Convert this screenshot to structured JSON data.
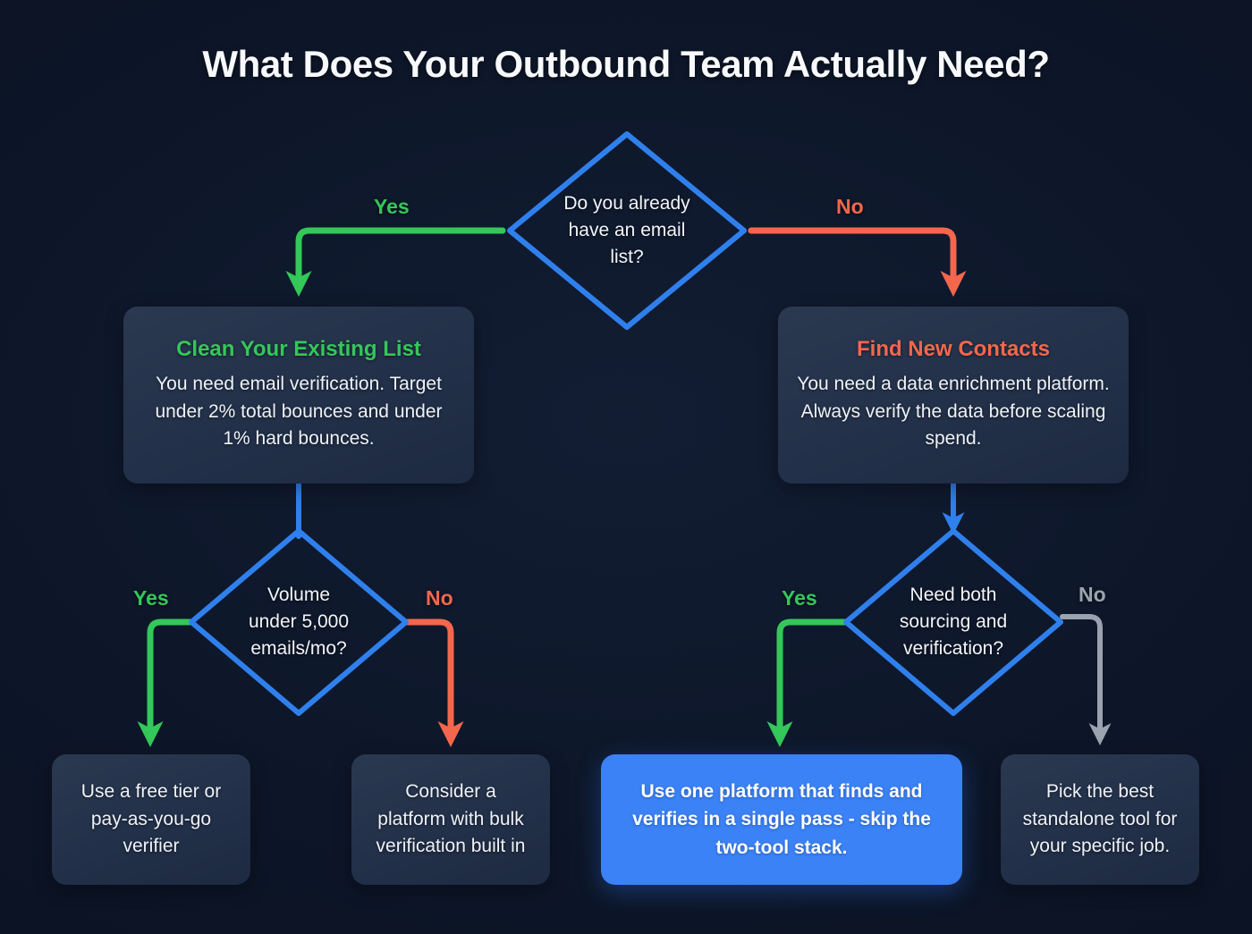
{
  "page": {
    "title": "What Does Your Outbound Team Actually Need?",
    "background_color": "#0d1628"
  },
  "colors": {
    "yes_green": "#34c759",
    "no_coral": "#f4674d",
    "neutral_gray": "#9aa3af",
    "decision_blue": "#2f80ed",
    "highlight_blue": "#3b82f6",
    "card_dark": "#2a3850",
    "text_light": "#f2f5fa"
  },
  "decisions": {
    "root": {
      "text_lines": [
        "Do you already",
        "have an email",
        "list?"
      ],
      "yes_label": "Yes",
      "no_label": "No"
    },
    "left": {
      "text_lines": [
        "Volume",
        "under 5,000",
        "emails/mo?"
      ],
      "yes_label": "Yes",
      "no_label": "No"
    },
    "right": {
      "text_lines": [
        "Need both",
        "sourcing and",
        "verification?"
      ],
      "yes_label": "Yes",
      "no_label": "No"
    }
  },
  "cards": {
    "clean_list": {
      "heading": "Clean Your Existing List",
      "body": "You need email verification. Target under 2% total bounces and under 1% hard bounces."
    },
    "find_contacts": {
      "heading": "Find New Contacts",
      "body": "You need a data enrichment platform. Always verify the data before scaling spend."
    },
    "free_tier": {
      "body": "Use a free tier or pay-as-you-go verifier"
    },
    "bulk_platform": {
      "body": "Consider a platform with bulk verification built in"
    },
    "one_platform": {
      "body": "Use one platform that finds and verifies in a single pass - skip the two-tool stack."
    },
    "standalone_tool": {
      "body": "Pick the best standalone tool for your specific job."
    }
  },
  "chart_data": {
    "type": "diagram",
    "diagram_kind": "flowchart",
    "title": "What Does Your Outbound Team Actually Need?",
    "nodes": [
      {
        "id": "d1",
        "shape": "diamond",
        "label": "Do you already have an email list?",
        "level": 0
      },
      {
        "id": "c_left",
        "shape": "card",
        "label": "Clean Your Existing List",
        "level": 1
      },
      {
        "id": "c_right",
        "shape": "card",
        "label": "Find New Contacts",
        "level": 1
      },
      {
        "id": "d2",
        "shape": "diamond",
        "label": "Volume under 5,000 emails/mo?",
        "level": 2
      },
      {
        "id": "d3",
        "shape": "diamond",
        "label": "Need both sourcing and verification?",
        "level": 2
      },
      {
        "id": "t1",
        "shape": "card",
        "label": "Use a free tier or pay-as-you-go verifier",
        "level": 3
      },
      {
        "id": "t2",
        "shape": "card",
        "label": "Consider a platform with bulk verification built in",
        "level": 3
      },
      {
        "id": "t3",
        "shape": "card",
        "label": "Use one platform that finds and verifies in a single pass - skip the two-tool stack.",
        "level": 3,
        "highlighted": true
      },
      {
        "id": "t4",
        "shape": "card",
        "label": "Pick the best standalone tool for your specific job.",
        "level": 3
      }
    ],
    "edges": [
      {
        "from": "d1",
        "to": "c_left",
        "label": "Yes",
        "color": "#34c759"
      },
      {
        "from": "d1",
        "to": "c_right",
        "label": "No",
        "color": "#f4674d"
      },
      {
        "from": "c_left",
        "to": "d2",
        "label": "",
        "color": "#2f80ed"
      },
      {
        "from": "c_right",
        "to": "d3",
        "label": "",
        "color": "#2f80ed"
      },
      {
        "from": "d2",
        "to": "t1",
        "label": "Yes",
        "color": "#34c759"
      },
      {
        "from": "d2",
        "to": "t2",
        "label": "No",
        "color": "#f4674d"
      },
      {
        "from": "d3",
        "to": "t3",
        "label": "Yes",
        "color": "#34c759"
      },
      {
        "from": "d3",
        "to": "t4",
        "label": "No",
        "color": "#9aa3af"
      }
    ]
  }
}
